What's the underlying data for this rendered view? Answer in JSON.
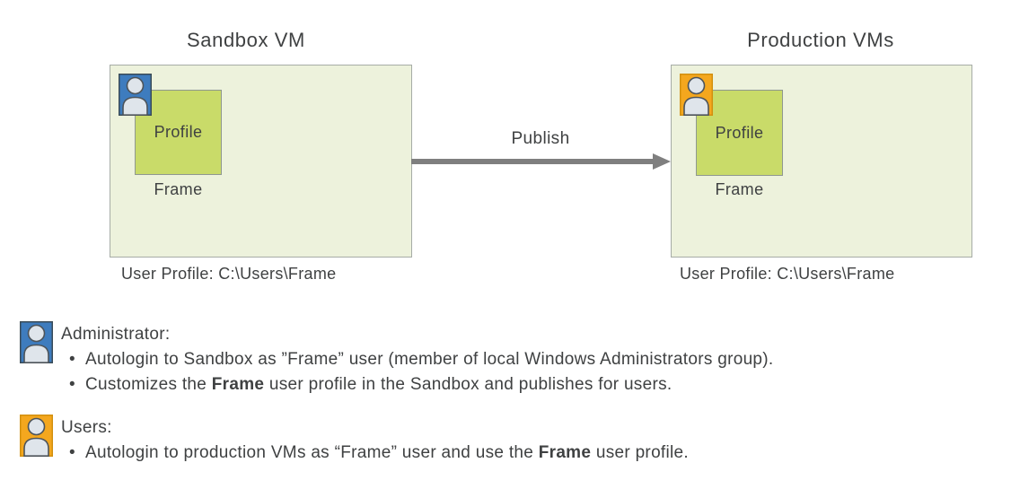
{
  "colors": {
    "box-fill": "#edf2dc",
    "box-border": "#a6aca6",
    "profile-fill": "#c9db69",
    "profile-border": "#8f9890",
    "admin-blue": "#3e7cbe",
    "user-orange": "#f4a71e",
    "arrow-gray": "#7f7f7f",
    "person-fill": "#dfe5eb",
    "person-stroke": "#4d545a",
    "text": "#3f4142"
  },
  "icons": {
    "administrator": "person-icon-blue",
    "users": "person-icon-orange"
  },
  "diagram": {
    "arrow_label": "Publish",
    "sandbox": {
      "title": "Sandbox VM",
      "profile_label": "Profile",
      "frame_label": "Frame",
      "caption": "User Profile: C:\\Users\\Frame"
    },
    "production": {
      "title": "Production VMs",
      "profile_label": "Profile",
      "frame_label": "Frame",
      "caption": "User Profile: C:\\Users\\Frame"
    }
  },
  "legend": {
    "bullet_char": "•",
    "administrator": {
      "heading": "Administrator:",
      "bullets": [
        {
          "pre": "Autologin to Sandbox as ”Frame” user (member of local Windows Administrators group).",
          "bold": "",
          "post": ""
        },
        {
          "pre": "Customizes the ",
          "bold": "Frame",
          "post": " user profile in the Sandbox and publishes for users."
        }
      ]
    },
    "users": {
      "heading": "Users:",
      "bullets": [
        {
          "pre": "Autologin to production VMs as “Frame” user and use the ",
          "bold": "Frame",
          "post": " user profile."
        }
      ]
    }
  }
}
